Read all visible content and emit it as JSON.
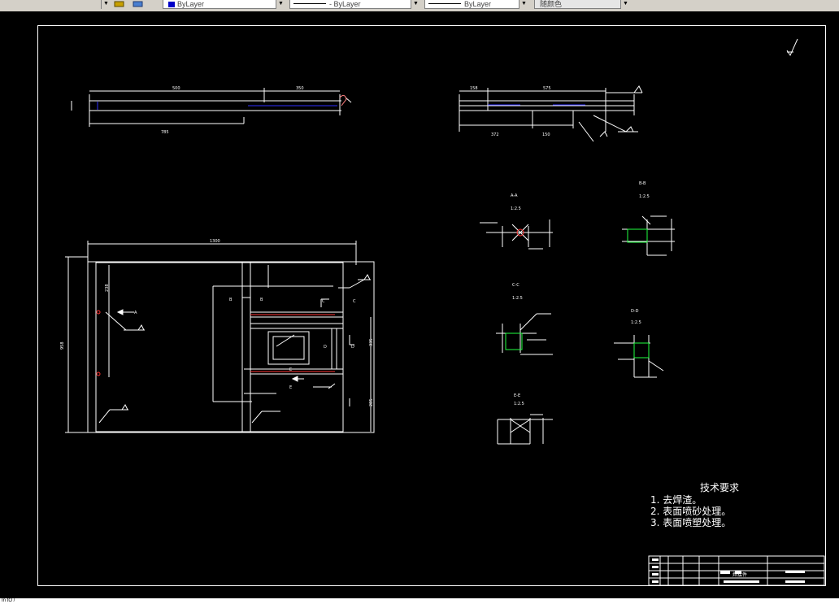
{
  "toolbar": {
    "color_control": "ByLayer",
    "linetype_control": "ByLayer",
    "lineweight_control": "ByLayer",
    "plotstyle_control": "随颜色"
  },
  "tech_requirements": {
    "title": "技术要求",
    "items": [
      "1. 去焊渣。",
      "2. 表面喷砂处理。",
      "3. 表面喷塑处理。"
    ]
  },
  "title_block": {
    "part_name": "焊接件"
  },
  "dimensions": {
    "top_left": [
      "500",
      "350",
      "785"
    ],
    "top_right": [
      "158",
      "575",
      "372",
      "150"
    ],
    "main": [
      "1300",
      "958",
      "238",
      "335",
      "285"
    ]
  },
  "sections": [
    {
      "label": "A-A",
      "scale": "1:2.5"
    },
    {
      "label": "B-B",
      "scale": "1:2.5"
    },
    {
      "label": "C-C",
      "scale": "1:2.5"
    },
    {
      "label": "D-D",
      "scale": "1:2.5"
    },
    {
      "label": "E-E",
      "scale": "1:2.5"
    }
  ],
  "section_markers": [
    "A",
    "B",
    "B",
    "C",
    "C",
    "D",
    "D",
    "E",
    "E"
  ],
  "command_line": "In    tO  /"
}
